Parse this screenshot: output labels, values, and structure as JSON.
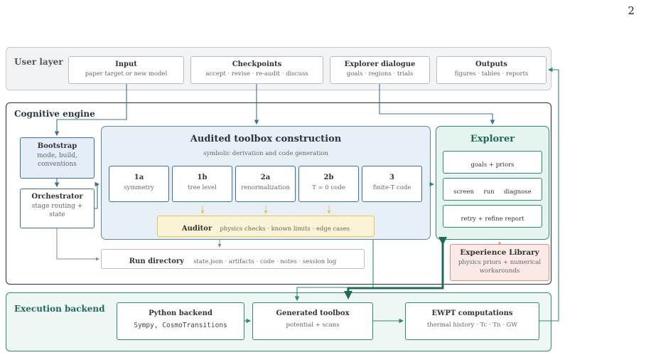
{
  "page_number": "2",
  "user_layer": {
    "title": "User layer",
    "input": {
      "title": "Input",
      "sub": "paper target or new model"
    },
    "checkpoints": {
      "title": "Checkpoints",
      "sub": "accept · revise · re-audit · discuss"
    },
    "explorer_dialogue": {
      "title": "Explorer dialogue",
      "sub": "goals · regions · trials"
    },
    "outputs": {
      "title": "Outputs",
      "sub": "figures · tables · reports"
    }
  },
  "cognitive": {
    "title": "Cognitive engine",
    "bootstrap": {
      "title": "Bootstrap",
      "lines": [
        "mode, build,",
        "conventions"
      ]
    },
    "orchestrator": {
      "title": "Orchestrator",
      "lines": [
        "stage routing +",
        "state"
      ]
    },
    "audited": {
      "title": "Audited toolbox construction",
      "sub": "symbolic derivation and code generation",
      "steps": [
        {
          "id": "1a",
          "label": "symmetry"
        },
        {
          "id": "1b",
          "label": "tree level"
        },
        {
          "id": "2a",
          "label": "renormalization"
        },
        {
          "id": "2b",
          "label": "T = 0 code"
        },
        {
          "id": "3",
          "label": "finite-T code"
        }
      ],
      "auditor": {
        "title": "Auditor",
        "sub": "physics checks · known limits · edge cases"
      }
    },
    "run_directory": {
      "title": "Run directory",
      "sub": "state.json · artifacts · code · notes · session log"
    },
    "explorer": {
      "title": "Explorer",
      "items": [
        "goals + priors",
        "screen     run     diagnose",
        "retry + refine report"
      ]
    },
    "experience": {
      "title": "Experience Library",
      "lines": [
        "physics priors + numerical",
        "workarounds"
      ]
    }
  },
  "execution": {
    "title": "Execution backend",
    "python": {
      "title": "Python backend",
      "sub": "Sympy, CosmoTransitions"
    },
    "generated": {
      "title": "Generated toolbox",
      "sub": "potential + scans"
    },
    "ewpt": {
      "title": "EWPT computations",
      "sub": "thermal history · Tc · Tn · GW"
    }
  },
  "colors": {
    "blue": "#3d6f97",
    "teal": "#2e8a78",
    "dark_teal": "#1f6b5a",
    "gold": "#e3c55a",
    "red": "#e08c80"
  }
}
